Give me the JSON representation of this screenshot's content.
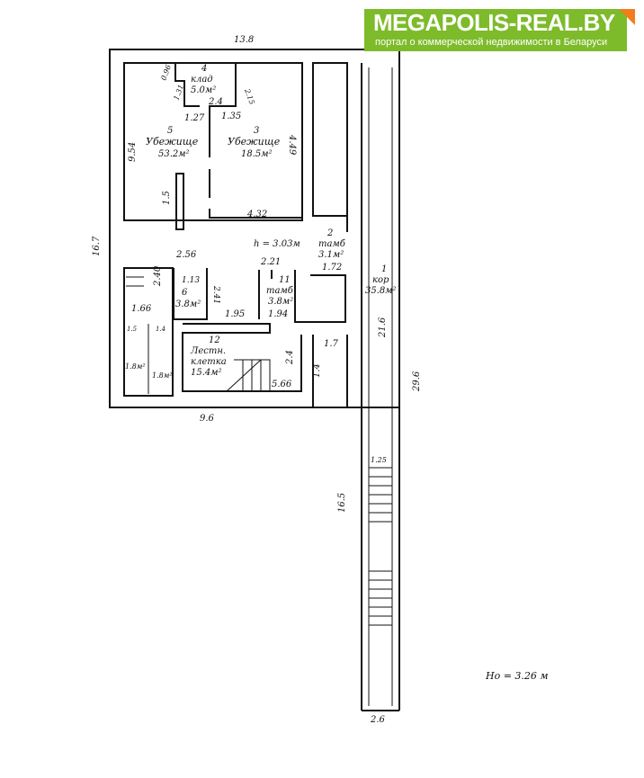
{
  "logo": {
    "title": "MEGAPOLIS-REAL.BY",
    "subtitle": "портал о коммерческой недвижимости в Беларуси",
    "brand_color": "#7dbb2a",
    "accent_color": "#f07d1e"
  },
  "plan": {
    "dims": {
      "top": "13.8",
      "left": "16.7",
      "bottom": "9.6",
      "right_outer": "29.6",
      "corridor_inner": "21.6",
      "stair_run": "16.5",
      "corridor_width": "2.6",
      "d096": "0.96",
      "d131": "1.31",
      "d215": "2.15",
      "d24": "2.4",
      "d127": "1.27",
      "d135": "1.35",
      "d954": "9.54",
      "d449": "4.49",
      "d15": "1.5",
      "d432": "4.32",
      "d256": "2.56",
      "d221": "2.21",
      "d172": "1.72",
      "d240": "2.40",
      "d113": "1.13",
      "d241": "2.41",
      "d166": "1.66",
      "d195": "1.95",
      "d194": "1.94",
      "d17": "1.7",
      "d14": "1.4",
      "d566": "5.66",
      "d24b": "2.4",
      "d125": "1.25",
      "d15b": "1.5",
      "d14b": "1.4"
    },
    "height_note": "h = 3.03м",
    "base_height": "Но = 3.26 м",
    "rooms": {
      "r4": {
        "num": "4",
        "name": "клад",
        "area": "5.0м²"
      },
      "r5": {
        "num": "5",
        "name": "Убежище",
        "area": "53.2м²"
      },
      "r3": {
        "num": "3",
        "name": "Убежище",
        "area": "18.5м²"
      },
      "r2": {
        "num": "2",
        "name": "тамб",
        "area": "3.1м²"
      },
      "r1": {
        "num": "1",
        "name": "кор",
        "area": "35.8м²"
      },
      "r11": {
        "num": "11",
        "name": "тамб",
        "area": "3.8м²"
      },
      "r6": {
        "num": "6",
        "area": "3.8м²"
      },
      "r12": {
        "num": "12",
        "name": "Лестн.",
        "name2": "клетка",
        "area": "15.4м²"
      },
      "wc1": {
        "area": "1.8м²"
      },
      "wc2": {
        "area": "1.8м²"
      }
    }
  }
}
